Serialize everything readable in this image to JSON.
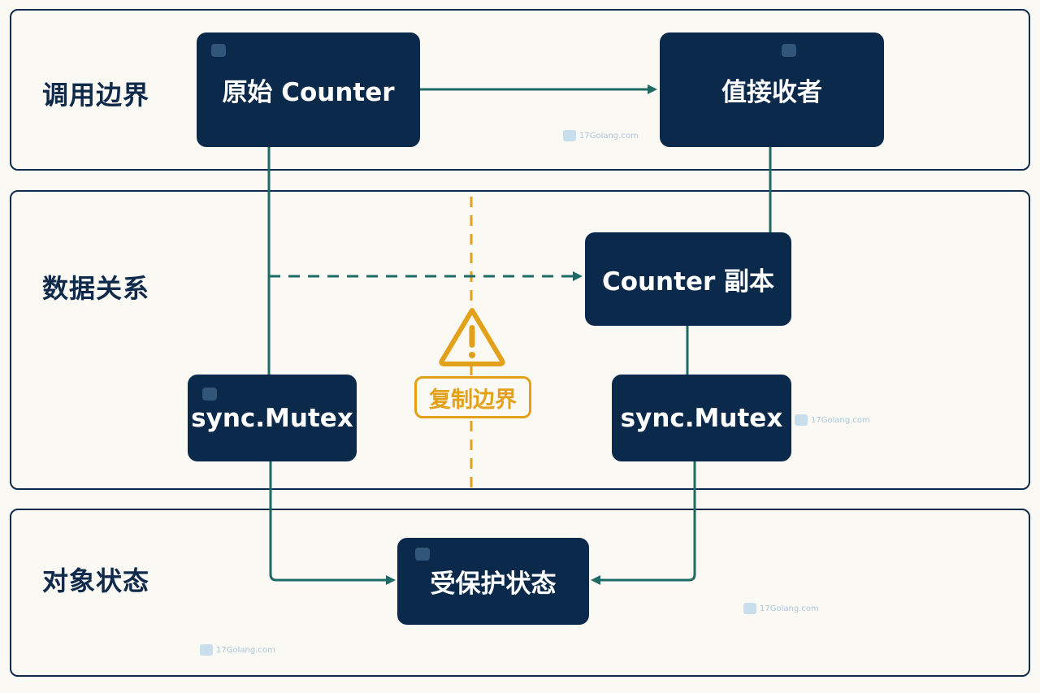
{
  "lanes": {
    "call_boundary": "调用边界",
    "data_relation": "数据关系",
    "object_state": "对象状态"
  },
  "nodes": {
    "original_counter": "原始 Counter",
    "value_receiver": "值接收者",
    "counter_copy": "Counter 副本",
    "mutex_original": "sync.Mutex",
    "mutex_copy": "sync.Mutex",
    "protected_state": "受保护状态"
  },
  "copy_boundary_label": "复制边界",
  "watermark_text": "17Golang.com",
  "icons": {
    "warning": "warning-triangle-icon"
  },
  "colors": {
    "node_bg": "#0b2a4b",
    "edge": "#1e6b66",
    "warning": "#e3a019",
    "background": "#fbf9f4"
  }
}
